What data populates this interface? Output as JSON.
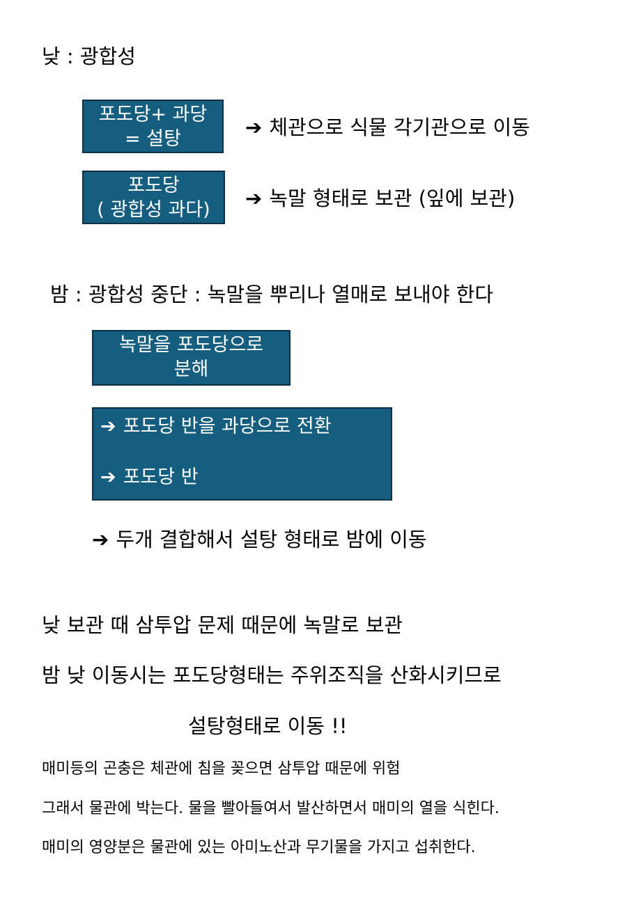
{
  "day": {
    "heading": "낮 : 광합성",
    "box1": {
      "line1": "포도당+ 과당",
      "line2": "= 설탕"
    },
    "arrow1_text": "체관으로 식물 각기관으로 이동",
    "box2": {
      "line1": "포도당",
      "line2": "( 광합성 과다)"
    },
    "arrow2_text": "녹말 형태로 보관 (잎에 보관)"
  },
  "night": {
    "heading": "밤 : 광합성 중단 : 녹말을 뿌리나 열매로 보내야 한다",
    "box3": {
      "line1": "녹말을 포도당으로",
      "line2": "분해"
    },
    "box4": {
      "item1": "포도당 반을 과당으로 전환",
      "item2": "포도당 반"
    },
    "arrow3_text": "두개 결합해서 설탕 형태로  밤에 이동"
  },
  "notes": {
    "line1": "낮 보관 때  삼투압 문제 때문에 녹말로 보관",
    "line2": "밤 낮 이동시는  포도당형태는 주위조직을 산화시키므로",
    "line3": "설탕형태로 이동 !!",
    "line4": "매미등의 곤충은 체관에 침을 꽂으면 삼투압 때문에 위험",
    "line5": "그래서 물관에 박는다.  물을 빨아들여서 발산하면서 매미의 열을 식힌다.",
    "line6": "매미의 영양분은 물관에 있는 아미노산과 무기물을 가지고 섭취한다."
  },
  "arrow_glyph": "➔",
  "colors": {
    "box_fill": "#165e80",
    "box_border": "#0d3047",
    "box_text": "#ffffff"
  }
}
